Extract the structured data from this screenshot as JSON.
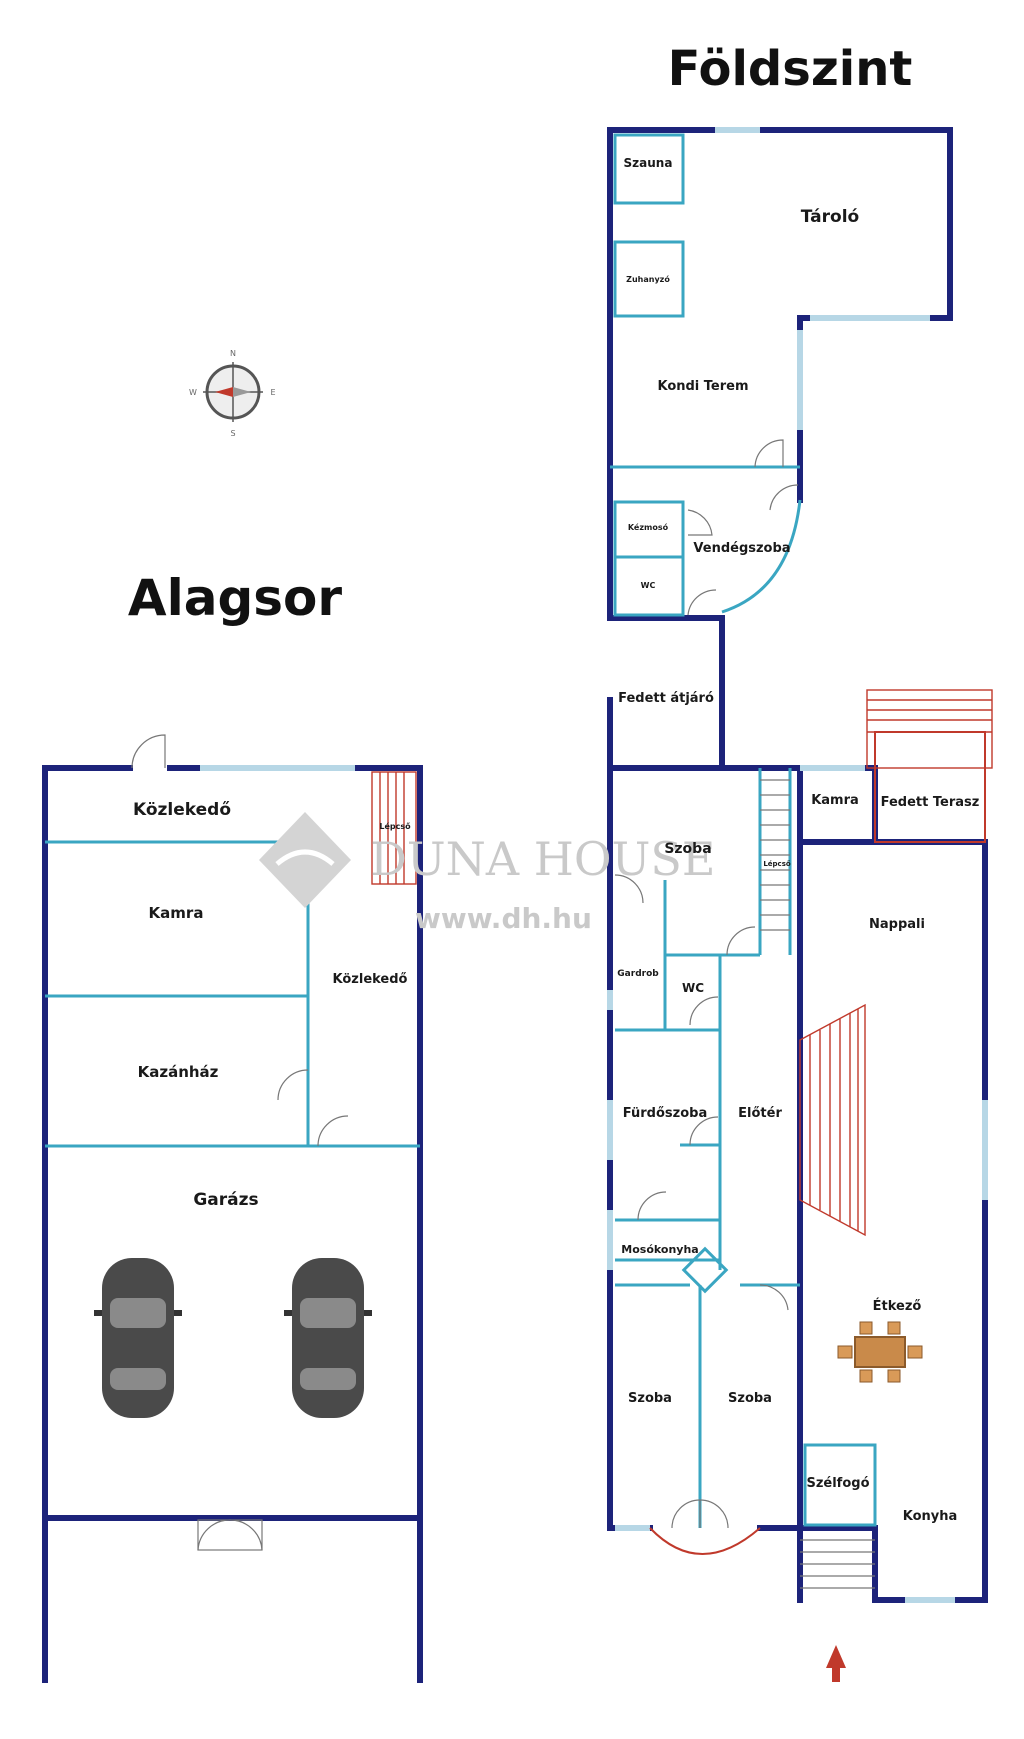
{
  "titles": {
    "ground_floor": "Földszint",
    "basement": "Alagsor"
  },
  "rooms": {
    "szauna": "Szauna",
    "tarolo": "Tároló",
    "zuhanyzo": "Zuhanyzó",
    "kondi_terem": "Kondi Terem",
    "kezmoso": "Kézmosó",
    "vendegszoba": "Vendégszoba",
    "wc_upper": "WC",
    "fedett_atjaro": "Fedett átjáró",
    "szoba_top": "Szoba",
    "lepcso_right": "Lépcső",
    "kamra_ground": "Kamra",
    "fedett_terasz": "Fedett Terasz",
    "nappali": "Nappali",
    "gardrob": "Gardrob",
    "wc_ground": "WC",
    "furdoszoba": "Fürdőszoba",
    "eloter": "Előtér",
    "mosokonyha": "Mosókonyha",
    "etkezo": "Étkező",
    "szoba_left": "Szoba",
    "szoba_right": "Szoba",
    "szelfogo": "Szélfogó",
    "konyha": "Konyha",
    "kozlekedo_top": "Közlekedő",
    "lepcso_left": "Lépcső",
    "kamra_basement": "Kamra",
    "kozlekedo_side": "Közlekedő",
    "kazanhaz": "Kazánház",
    "garazs": "Garázs"
  },
  "watermark": {
    "brand": "DUNA HOUSE",
    "url": "www.dh.hu"
  },
  "compass": {
    "n": "N",
    "s": "S",
    "e": "E",
    "w": "W"
  },
  "colors": {
    "outer_wall": "#1d237a",
    "inner_wall": "#3aa6c2",
    "window": "#b7d7e6",
    "stair_red": "#c0392b",
    "car": "#4a4a4a",
    "entry_arrow": "#c0392b"
  },
  "icons": [
    "compass-icon",
    "car-icon",
    "dining-table-icon",
    "entry-arrow-icon",
    "duna-house-logo-icon"
  ]
}
